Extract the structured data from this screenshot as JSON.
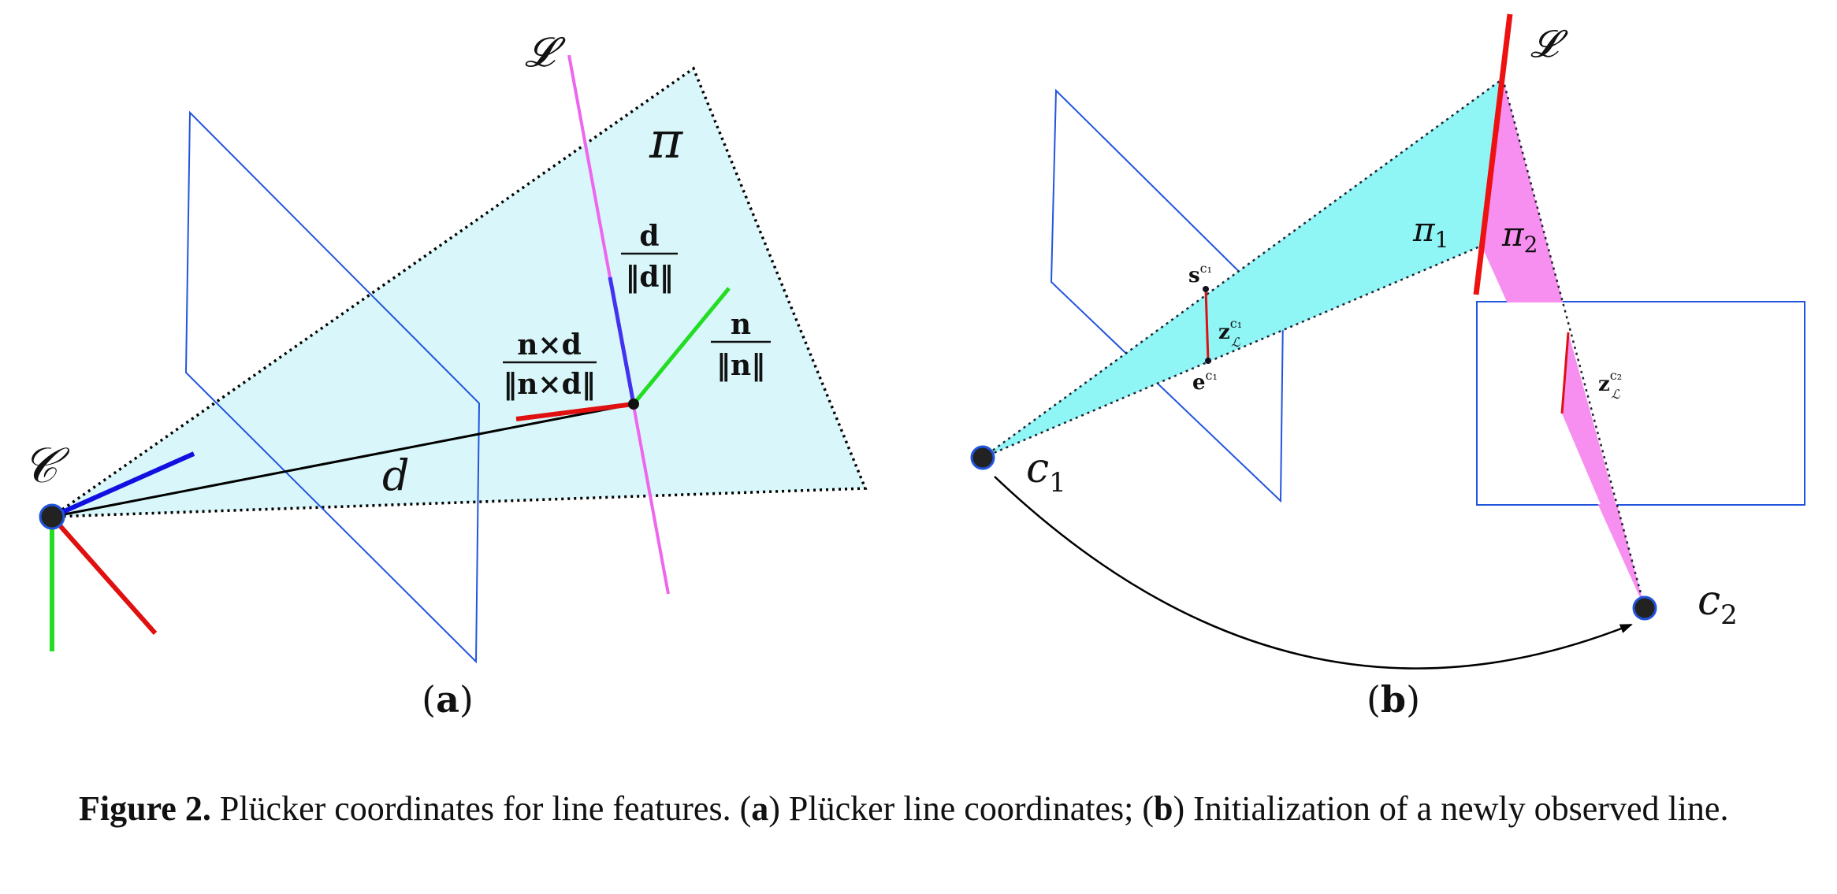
{
  "panel_a": {
    "label_open": "(",
    "label_letter": "a",
    "label_close": ")",
    "line_label": "𝓛",
    "camera_label": "𝒞",
    "plane_label": "π",
    "distance_label": "d",
    "dir_num": "d",
    "dir_den": "‖d‖",
    "normal_num": "n",
    "normal_den": "‖n‖",
    "cross_num": "n×d",
    "cross_den": "‖n×d‖",
    "colors": {
      "line": "#ee66ee",
      "plane": "#d9f7fa",
      "image_plane": "#2255dd",
      "axis_red": "#e01010",
      "axis_green": "#22dd22",
      "axis_blue": "#1010e0"
    }
  },
  "panel_b": {
    "label_open": "(",
    "label_letter": "b",
    "label_close": ")",
    "line_label": "𝓛",
    "pi1_label": "π",
    "pi1_sub": "1",
    "pi2_label": "π",
    "pi2_sub": "2",
    "c1_label": "c",
    "c1_sub": "1",
    "c2_label": "c",
    "c2_sub": "2",
    "s_label": "s",
    "s_sup": "c₁",
    "e_label": "e",
    "e_sup": "c₁",
    "z1_label": "z",
    "z1_sub": "ℒ",
    "z1_sup": "c₁",
    "z2_label": "z",
    "z2_sub": "ℒ",
    "z2_sup": "c₂",
    "colors": {
      "pi1": "#8ff5f5",
      "pi2": "#f78ff0",
      "line": "#ee1111",
      "image_plane": "#2255dd"
    }
  },
  "caption": {
    "figure_label": "Figure 2.",
    "text_1": " Plücker coordinates for line features. (",
    "a": "a",
    "text_2": ") Plücker line coordinates; (",
    "b": "b",
    "text_3": ") Initialization of a newly observed line."
  }
}
